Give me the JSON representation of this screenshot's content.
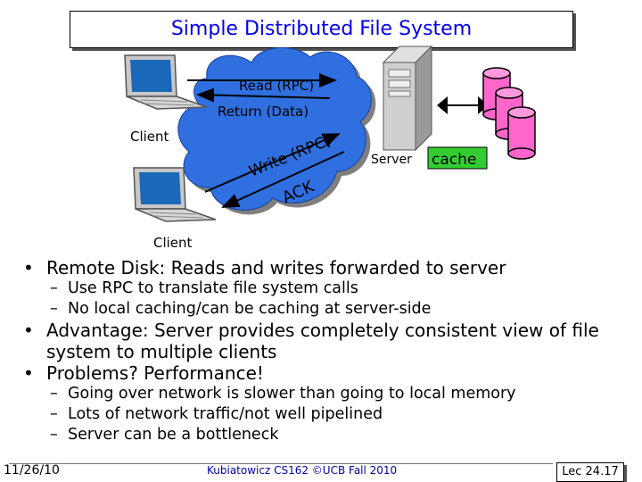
{
  "slide": {
    "title": "Simple Distributed File System"
  },
  "diagram": {
    "client_top_label": "Client",
    "client_bottom_label": "Client",
    "read_label": "Read (RPC)",
    "return_label": "Return (Data)",
    "write_label": "Write (RPC)",
    "ack_label": "ACK",
    "server_label": "Server",
    "cache_label": "cache",
    "cloud_color": "#2f6fe0",
    "cache_color": "#33cc33",
    "disk_color": "#ff66cc"
  },
  "bullets": [
    {
      "text": "Remote Disk: Reads and writes forwarded to server",
      "sub": [
        "Use RPC to translate file system calls",
        "No local caching/can be caching at server-side"
      ]
    },
    {
      "text": "Advantage: Server provides completely consistent view of file system to multiple clients",
      "sub": []
    },
    {
      "text": "Problems?  Performance!",
      "sub": [
        "Going over network is slower than going to local memory",
        "Lots of network traffic/not well pipelined",
        "Server can be a bottleneck"
      ]
    }
  ],
  "footer": {
    "date": "11/26/10",
    "course": "Kubiatowicz CS162 ©UCB Fall 2010",
    "page": "Lec 24.17"
  }
}
